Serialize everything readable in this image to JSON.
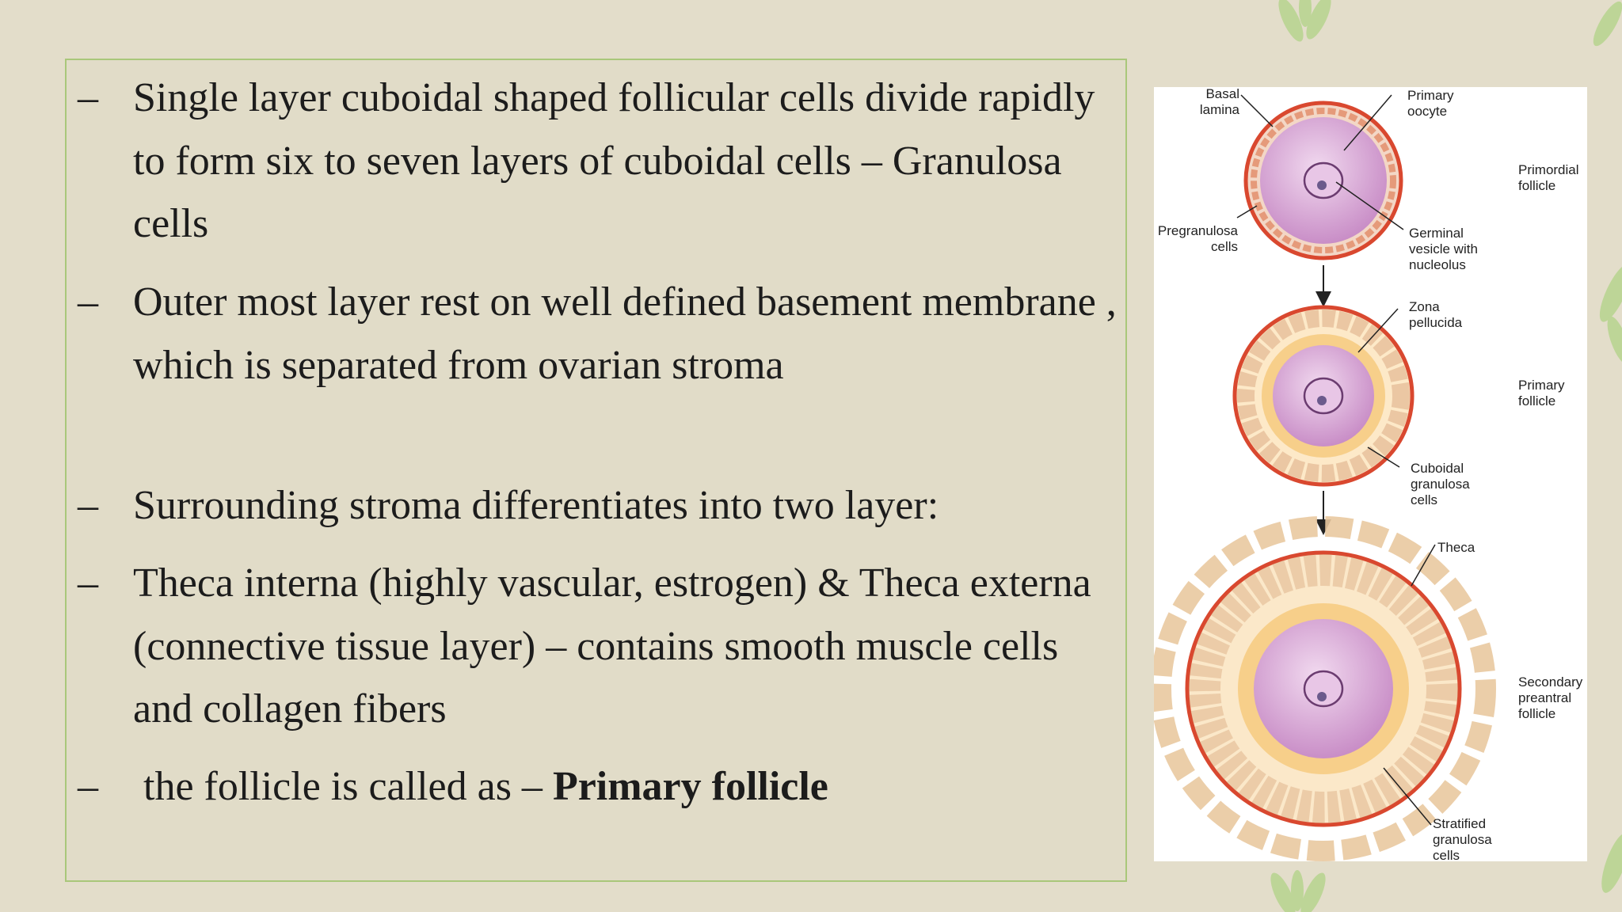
{
  "bullets": [
    {
      "dash": "–",
      "text": "Single layer cuboidal shaped follicular cells divide rapidly to form  six to seven layers of cuboidal cells – Granulosa cells"
    },
    {
      "dash": "–",
      "text": "Outer most layer rest on well defined basement membrane , which is separated from ovarian stroma"
    },
    {
      "dash": "–",
      "text": "Surrounding stroma differentiates into two layer:"
    },
    {
      "dash": "–",
      "text": "Theca interna (highly vascular, estrogen) & Theca externa (connective tissue layer) – contains smooth muscle cells and collagen fibers"
    },
    {
      "dash": "–",
      "text_prefix": " the follicle is called as – ",
      "text_bold": "Primary follicle"
    }
  ],
  "figure": {
    "labels": {
      "basal_lamina": [
        "Basal",
        "lamina"
      ],
      "primary_oocyte": [
        "Primary",
        "oocyte"
      ],
      "pregranulosa_cells": [
        "Pregranulosa",
        "cells"
      ],
      "germinal_vesicle": [
        "Germinal",
        "vesicle with",
        "nucleolus"
      ],
      "zona_pellucida": [
        "Zona",
        "pellucida"
      ],
      "cuboidal_granulosa": [
        "Cuboidal",
        "granulosa",
        "cells"
      ],
      "theca": [
        "Theca"
      ],
      "stratified_granulosa": [
        "Stratified",
        "granulosa",
        "cells"
      ],
      "primordial_follicle": [
        "Primordial",
        "follicle"
      ],
      "primary_follicle": [
        "Primary",
        "follicle"
      ],
      "secondary_preantral": [
        "Secondary",
        "preantral",
        "follicle"
      ]
    }
  },
  "colors": {
    "background": "#e3ddca",
    "box_border": "#a9c77a",
    "leaf": "#b7d48f",
    "oocyte": "#d9a8d6",
    "zona": "#f7cf8a",
    "granulosa": "#f9e6c4",
    "basement_red": "#d9482f"
  }
}
